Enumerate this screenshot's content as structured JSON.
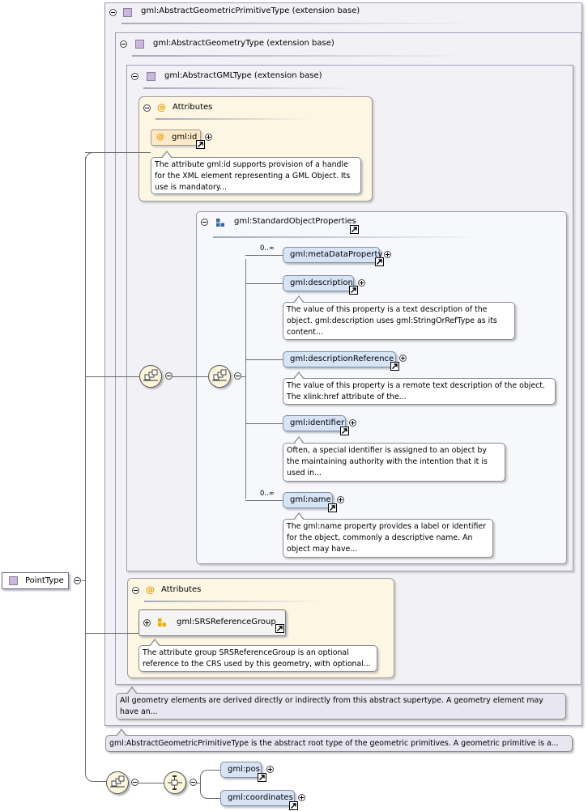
{
  "root": {
    "name": "PointType"
  },
  "extensions": [
    {
      "title": "gml:AbstractGeometricPrimitiveType (extension base)",
      "note": "gml:AbstractGeometricPrimitiveType is the abstract root type of the geometric primitives. A geometric primitive is a..."
    },
    {
      "title": "gml:AbstractGeometryType (extension base)",
      "note": "All geometry elements are derived directly or indirectly from this abstract supertype. A geometry element may have an..."
    },
    {
      "title": "gml:AbstractGMLType (extension base)"
    }
  ],
  "attributes_gml": {
    "title": "Attributes",
    "attr_name": "gml:id",
    "attr_note": "The attribute gml:id supports provision of a handle for the XML element representing a GML Object. Its use is mandatory..."
  },
  "standard_props": {
    "title": "gml:StandardObjectProperties",
    "elements": [
      {
        "name": "gml:metaDataProperty",
        "card": "0..∞"
      },
      {
        "name": "gml:description",
        "note": "The value of this property is a text description of the object. gml:description uses gml:StringOrRefType as its content..."
      },
      {
        "name": "gml:descriptionReference",
        "note": "The value of this property is a remote text description of the object. The xlink:href attribute of the..."
      },
      {
        "name": "gml:identifier",
        "note": "Often, a special identifier is assigned to an object by the maintaining authority with the intention that it is used in..."
      },
      {
        "name": "gml:name",
        "card": "0..∞",
        "note": "The gml:name property provides a label or identifier for the object, commonly a descriptive name. An object may have..."
      }
    ]
  },
  "attributes_geom": {
    "title": "Attributes",
    "group_name": "gml:SRSReferenceGroup",
    "group_note": "The attribute group SRSReferenceGroup is an optional reference to the CRS used by this geometry, with optional..."
  },
  "choice": {
    "elements": [
      "gml:pos",
      "gml:coordinates"
    ]
  },
  "colors": {
    "element_fill": "#d6e4f6",
    "attribute_fill": "#fdf6e3",
    "type_icon": "#c9b8dc",
    "group_icon": "#f0a800"
  }
}
